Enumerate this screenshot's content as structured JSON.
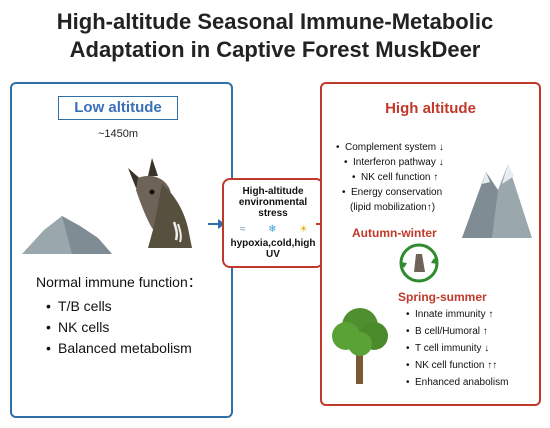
{
  "title": {
    "line1": "High-altitude Seasonal Immune-Metabolic",
    "line2": "Adaptation in Captive Forest MuskDeer"
  },
  "left": {
    "label": "Low altitude",
    "altitude": "~1450m",
    "heading": "Normal immune function：",
    "items": [
      "T/B cells",
      "NK cells",
      "Balanced metabolism"
    ]
  },
  "middle": {
    "title_lines": [
      "High-altitude",
      "environmental",
      "stress"
    ],
    "stress_lines": [
      "hypoxia,cold,high",
      "UV"
    ]
  },
  "right": {
    "label": "High altitude",
    "autumn_items": [
      "Complement system ↓",
      "Interferon pathway ↓",
      "NK cell function ↑",
      "Energy conservation"
    ],
    "autumn_sub": "(lipid mobilization↑)",
    "autumn_label": "Autumn-winter",
    "spring_label": "Spring-summer",
    "spring_items": [
      "Innate immunity ↑",
      "B cell/Humoral ↑",
      "T cell immunity ↓",
      "NK cell function ↑↑",
      "Enhanced anabolism"
    ]
  },
  "colors": {
    "blue": "#2e6fa8",
    "red": "#c0392b",
    "green": "#2e8b2e"
  }
}
